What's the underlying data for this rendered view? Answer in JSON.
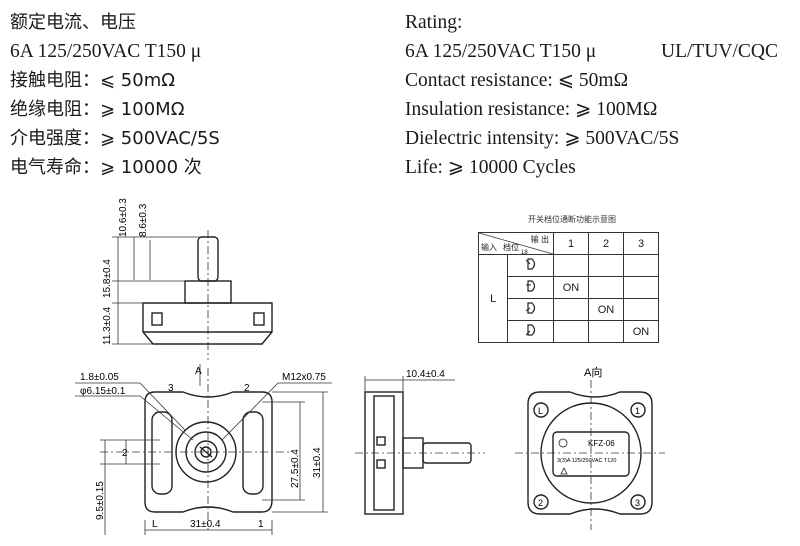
{
  "specs_cn": [
    "额定电流、电压",
    "6A 125/250VAC T150 μ",
    "接触电阻：⩽ 50mΩ",
    "绝缘电阻：⩾ 100MΩ",
    "介电强度：⩾ 500VAC/5S",
    "电气寿命：⩾ 10000 次"
  ],
  "specs_en": [
    "Rating:",
    "6A 125/250VAC T150 μ",
    "Contact resistance: ⩽ 50mΩ",
    "Insulation resistance: ⩾ 100MΩ",
    "Dielectric intensity: ⩾ 500VAC/5S",
    "Life: ⩾ 10000 Cycles"
  ],
  "certifications": "UL/TUV/CQC",
  "switch_table": {
    "title": "开关档位通断功能示意图",
    "header_output": "输 出",
    "header_input": "输入",
    "header_position": "档位",
    "header_subscript": "18",
    "outputs": [
      "1",
      "2",
      "3"
    ],
    "input_label": "L",
    "rows": [
      [
        "",
        "",
        ""
      ],
      [
        "ON",
        "",
        ""
      ],
      [
        "",
        "ON",
        ""
      ],
      [
        "",
        "",
        "ON"
      ]
    ]
  },
  "dimensions": {
    "d_10_6": "10.6±0.3",
    "d_8_6": "8.6±0.3",
    "d_15_8": "15.8±0.4",
    "d_11_3": "11.3±0.4",
    "d_1_8": "1.8±0.05",
    "d_6_15": "φ6.15±0.1",
    "d_m12": "M12x0.75",
    "d_27_5": "27.5±0.4",
    "d_31_v": "31±0.4",
    "d_31_h": "31±0.4",
    "d_9_5": "9.5±0.15",
    "d_2": "2",
    "d_10_4": "10.4±0.4"
  },
  "drawing_labels": {
    "view_a": "A",
    "view_a_dir": "A向",
    "pin_3": "3",
    "pin_2": "2",
    "pin_l": "L",
    "pin_1": "1",
    "circ_l": "L",
    "circ_1": "1",
    "circ_2": "2",
    "circ_3": "3",
    "model": "KFZ-06",
    "rating_label": "3(3)A 125/250VAC T120"
  }
}
